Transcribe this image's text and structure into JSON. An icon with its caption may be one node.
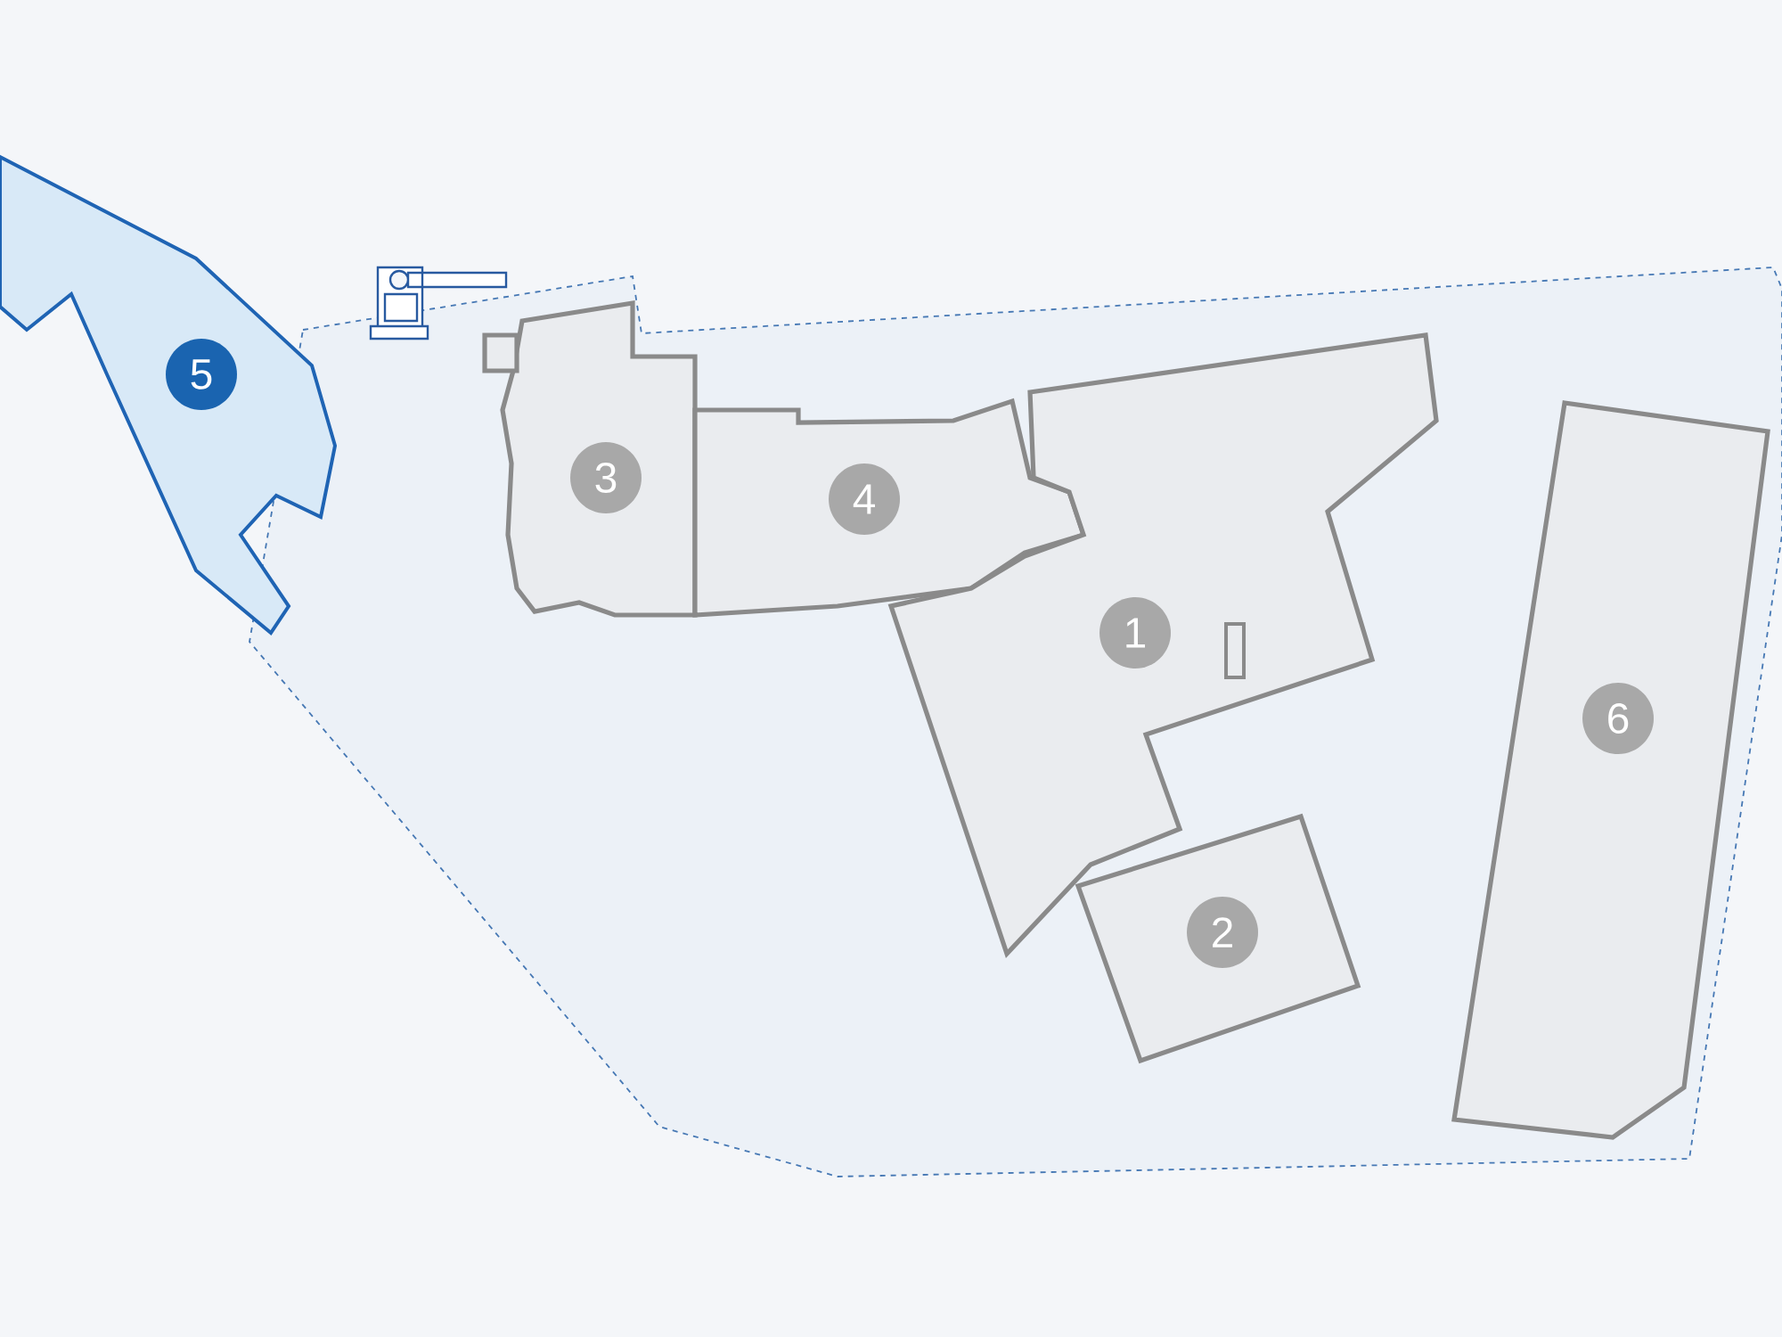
{
  "diagram": {
    "nodes": [
      {
        "text": [
          "5"
        ]
      },
      {
        "text": [
          "3"
        ]
      },
      {
        "text": [
          "4"
        ]
      },
      {
        "text": [
          "1"
        ]
      },
      {
        "text": [
          "6"
        ]
      },
      {
        "text": [
          "2"
        ]
      }
    ]
  }
}
